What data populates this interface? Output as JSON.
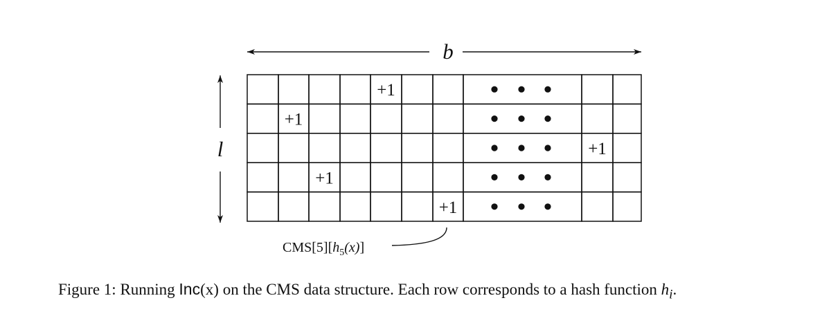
{
  "diagram": {
    "width_label": "b",
    "height_label": "l",
    "grid": {
      "rows": 5,
      "columns": 11,
      "ellipsis_column": 7,
      "ellipsis": "• • •"
    },
    "increments": [
      {
        "row": 1,
        "column": 5,
        "text": "+1"
      },
      {
        "row": 2,
        "column": 2,
        "text": "+1"
      },
      {
        "row": 3,
        "column": 10,
        "text": "+1"
      },
      {
        "row": 4,
        "column": 3,
        "text": "+1"
      },
      {
        "row": 5,
        "column": 7,
        "text": "+1"
      }
    ],
    "pointer_label": {
      "prefix": "CMS[5][",
      "func": "h",
      "sub": "5",
      "arg": "(x)",
      "suffix": "]"
    }
  },
  "caption": {
    "lead": "Figure 1: Running ",
    "op": "Inc",
    "op_arg": "(x)",
    "middle": " on the CMS data structure. Each row corresponds to a hash function ",
    "func": "h",
    "func_sub": "i",
    "end": "."
  }
}
